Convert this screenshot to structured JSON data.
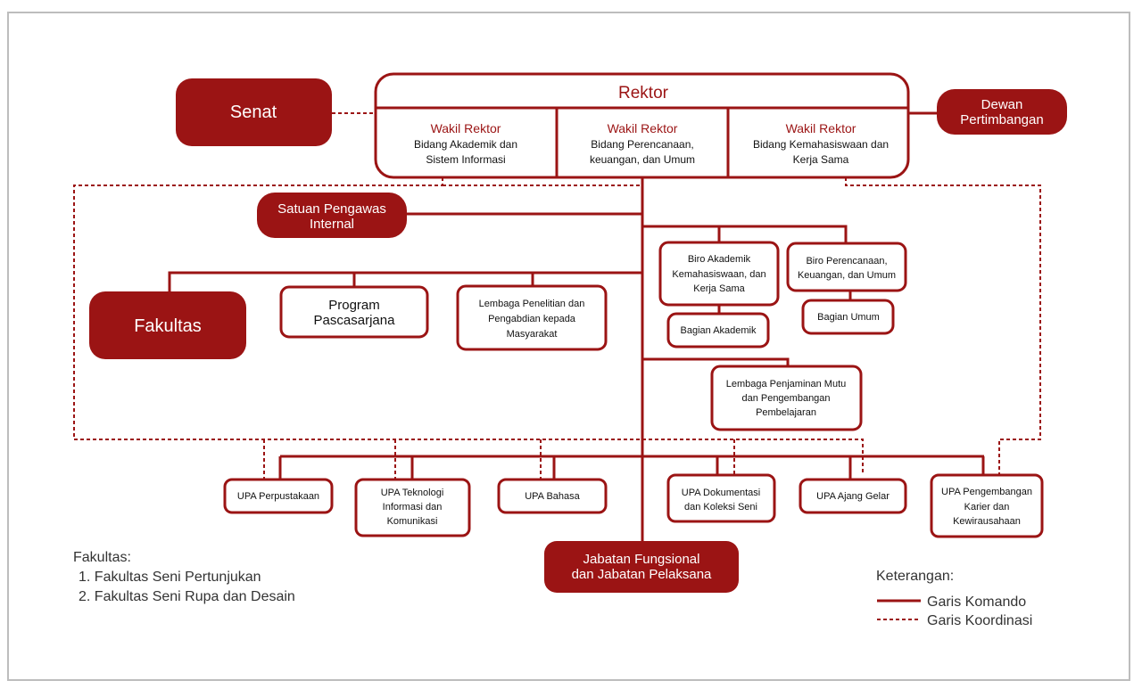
{
  "rektor": {
    "title": "Rektor",
    "wakil": [
      {
        "title": "Wakil Rektor",
        "lines": [
          "Bidang Akademik dan",
          "Sistem Informasi"
        ]
      },
      {
        "title": "Wakil Rektor",
        "lines": [
          "Bidang Perencanaan,",
          "keuangan, dan Umum"
        ]
      },
      {
        "title": "Wakil Rektor",
        "lines": [
          "Bidang Kemahasiswaan dan",
          "Kerja Sama"
        ]
      }
    ]
  },
  "senat": {
    "label": "Senat"
  },
  "dewan": {
    "lines": [
      "Dewan",
      "Pertimbangan"
    ]
  },
  "spi": {
    "lines": [
      "Satuan Pengawas",
      "Internal"
    ]
  },
  "fakultas": {
    "label": "Fakultas"
  },
  "pascasarjana": {
    "lines": [
      "Program",
      "Pascasarjana"
    ]
  },
  "lppm": {
    "lines": [
      "Lembaga Penelitian dan",
      "Pengabdian kepada",
      "Masyarakat"
    ]
  },
  "biro_akademik": {
    "lines": [
      "Biro Akademik",
      "Kemahasiswaan, dan",
      "Kerja Sama"
    ]
  },
  "bagian_akademik": {
    "label": "Bagian Akademik"
  },
  "biro_perencanaan": {
    "lines": [
      "Biro Perencanaan,",
      "Keuangan, dan Umum"
    ]
  },
  "bagian_umum": {
    "label": "Bagian Umum"
  },
  "lpmpp": {
    "lines": [
      "Lembaga Penjaminan Mutu",
      "dan Pengembangan",
      "Pembelajaran"
    ]
  },
  "upa": [
    {
      "lines": [
        "UPA Perpustakaan"
      ]
    },
    {
      "lines": [
        "UPA Teknologi",
        "Informasi dan",
        "Komunikasi"
      ]
    },
    {
      "lines": [
        "UPA Bahasa"
      ]
    },
    {
      "lines": [
        "UPA Dokumentasi",
        "dan Koleksi Seni"
      ]
    },
    {
      "lines": [
        "UPA Ajang Gelar"
      ]
    },
    {
      "lines": [
        "UPA Pengembangan",
        "Karier dan",
        "Kewirausahaan"
      ]
    }
  ],
  "jabatan": {
    "lines": [
      "Jabatan Fungsional",
      "dan Jabatan Pelaksana"
    ]
  },
  "notes": {
    "title": "Fakultas:",
    "items": [
      "1. Fakultas Seni Pertunjukan",
      "2. Fakultas Seni Rupa dan Desain"
    ]
  },
  "legend": {
    "title": "Keterangan:",
    "items": [
      {
        "label": "Garis Komando",
        "style": "solid"
      },
      {
        "label": "Garis Koordinasi",
        "style": "dashed"
      }
    ]
  },
  "colors": {
    "accent": "#9b1414",
    "text": "#111111",
    "frame": "#bdbdbd"
  }
}
